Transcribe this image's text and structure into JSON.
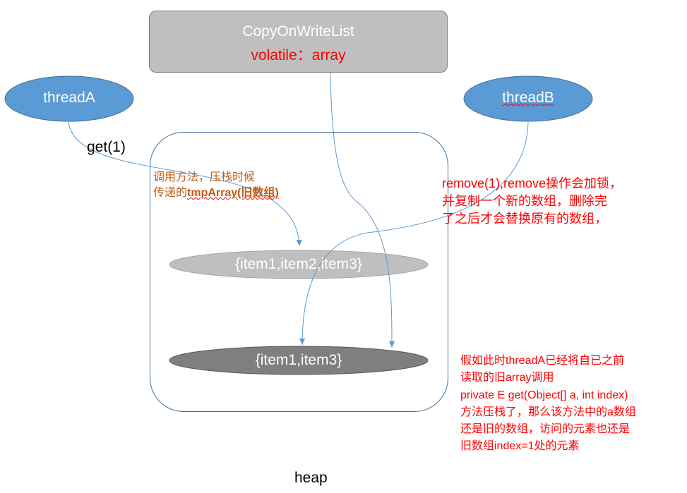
{
  "cow": {
    "title": "CopyOnWriteList",
    "field": "volatile：array"
  },
  "threadA": {
    "label": "threadA"
  },
  "threadB": {
    "label": "threadB"
  },
  "get_call": "get(1)",
  "note_push": {
    "line1": "调用方法，压栈时候",
    "line2_prefix": "传递的",
    "line2_bold": "tmpArray(旧数组)"
  },
  "note_remove": {
    "lines": [
      "remove(1),remove操作会加锁，",
      "并复制一个新的数组，删除完",
      "了之后才会替换原有的数组，"
    ]
  },
  "old_array": "{item1,item2,item3}",
  "new_array": "{item1,item3}",
  "note_bottom": {
    "lines": [
      "假如此时threadA已经将自已之前",
      "读取的旧array调用",
      "private E get(Object[] a, int index)",
      "方法压栈了，那么该方法中的a数组",
      "还是旧的数组，访问的元素也还是",
      "旧数组index=1处的元素"
    ]
  },
  "heap_label": "heap",
  "colors": {
    "thread_fill": "#5b9bd5",
    "thread_stroke": "#41719c",
    "old_fill": "#bfbfbf",
    "new_fill": "#7f7f7f",
    "arrow": "#5b9bd5",
    "note_orange": "#c55a11",
    "note_red": "#ff0000"
  }
}
